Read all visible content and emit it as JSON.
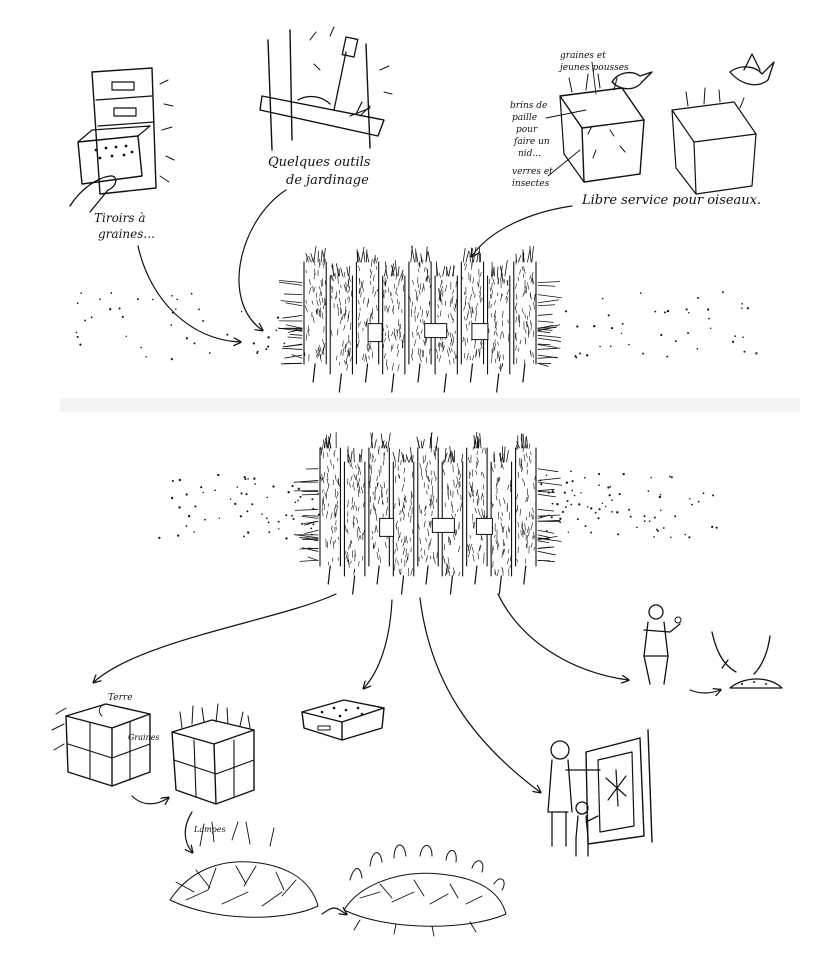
{
  "top_panel": {
    "seed_drawers_label": [
      "Tiroirs à",
      "graines..."
    ],
    "tools_label": [
      "Quelques outils",
      "de jardinage"
    ],
    "bird_notes": {
      "seeds_label": [
        "graines et",
        "jeunes pousses"
      ],
      "straw_label": [
        "brins de",
        "paille",
        "pour",
        "faire un",
        "nid..."
      ],
      "worms_label": [
        "verres et",
        "insectes"
      ]
    },
    "bird_service_label": "Libre service pour oiseaux."
  },
  "bottom_panel": {
    "soil_label": "Terre",
    "seed_label": "Graines",
    "sprout_label": "Lampes"
  }
}
